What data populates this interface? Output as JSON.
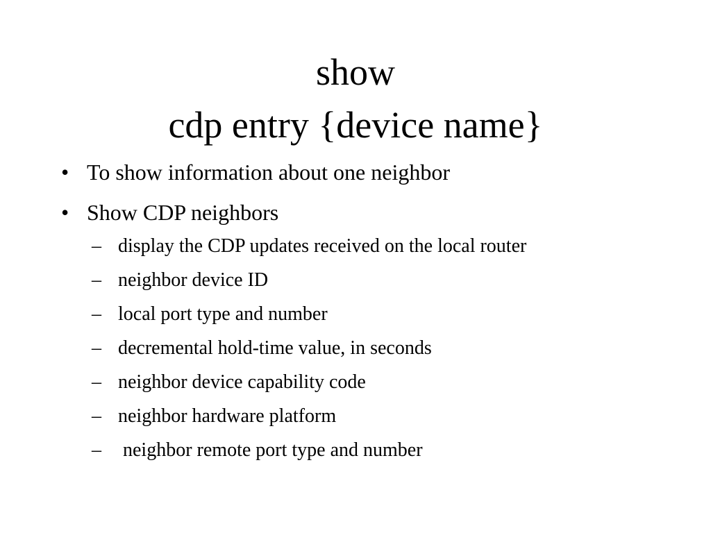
{
  "slide": {
    "title_line1": "show",
    "title_line2": "cdp entry {device name}",
    "bullets": [
      {
        "text": "To show information about one neighbor"
      },
      {
        "text": "Show CDP neighbors"
      }
    ],
    "bullet_glyph": "•",
    "dash_glyph": "–",
    "subitems": [
      "display the CDP updates received on the local router",
      "neighbor device ID",
      "local port type and number",
      "decremental hold-time value, in seconds",
      "neighbor device capability code",
      "neighbor hardware platform",
      " neighbor remote port type and number"
    ]
  }
}
